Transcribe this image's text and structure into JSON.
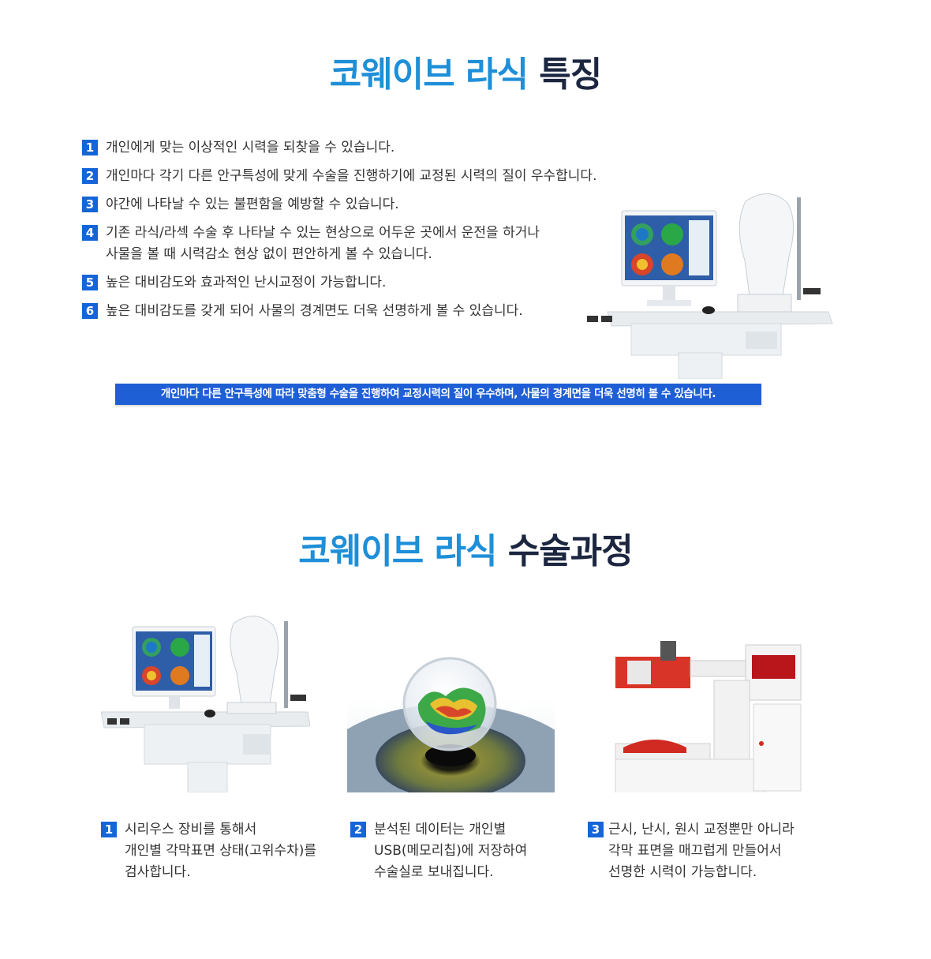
{
  "section1": {
    "title_blue": "코웨이브 라식",
    "title_dark": "특징",
    "features": [
      {
        "num": "1",
        "text": "개인에게 맞는 이상적인 시력을 되찾을 수 있습니다."
      },
      {
        "num": "2",
        "text": "개인마다 각기 다른 안구특성에 맞게 수술을 진행하기에 교정된 시력의 질이 우수합니다."
      },
      {
        "num": "3",
        "text": "야간에 나타날 수 있는 불편함을 예방할 수 있습니다."
      },
      {
        "num": "4",
        "text": "기존 라식/라섹 수술 후 나타날 수 있는 현상으로 어두운 곳에서 운전을 하거나\n사물을 볼 때 시력감소 현상 없이 편안하게 볼 수 있습니다."
      },
      {
        "num": "5",
        "text": "높은 대비감도와 효과적인 난시교정이 가능합니다."
      },
      {
        "num": "6",
        "text": "높은 대비감도를 갖게 되어 사물의 경계면도 더욱 선명하게 볼 수 있습니다."
      }
    ],
    "banner": "개인마다 다른 안구특성에 따라 맞춤형 수술을 진행하여 교정시력의 질이 우수하며, 사물의 경계면을 더욱 선명히 볼 수 있습니다."
  },
  "section2": {
    "title_blue": "코웨이브 라식",
    "title_dark": "수술과정",
    "steps": [
      {
        "num": "1",
        "text": "시리우스 장비를 통해서\n개인별 각막표면 상태(고위수차)를\n검사합니다."
      },
      {
        "num": "2",
        "text": "분석된 데이터는 개인별\nUSB(메모리칩)에 저장하여\n수술실로 보내집니다."
      },
      {
        "num": "3",
        "text": "근시, 난시, 원시 교정뿐만 아니라\n각막 표면을 매끄럽게 만들어서\n선명한 시력이 가능합니다."
      }
    ]
  },
  "colors": {
    "accent_blue": "#1e8fd8",
    "title_dark": "#1c2640",
    "badge_blue": "#1565d8",
    "banner_blue": "#1f5fd6"
  }
}
